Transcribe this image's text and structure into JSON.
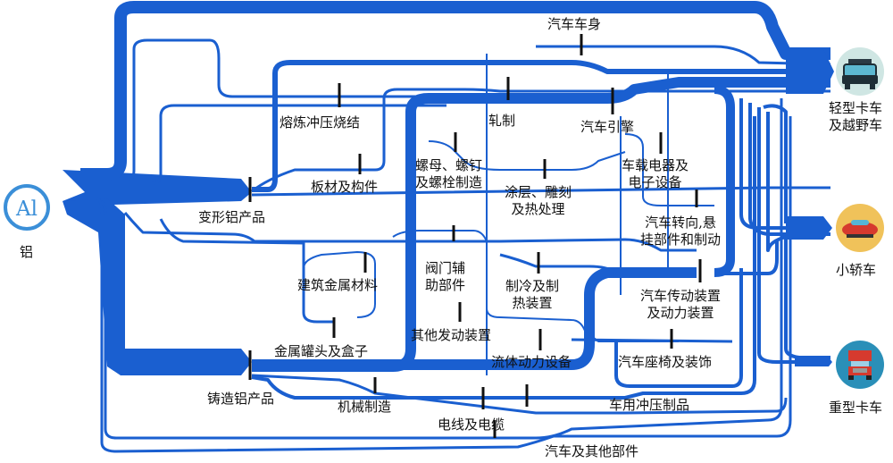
{
  "source": {
    "symbol": "Al",
    "label": "铝",
    "icon": "aluminum-element-icon"
  },
  "intermediate": [
    {
      "id": "wrought",
      "label": "变形铝产品"
    },
    {
      "id": "cast",
      "label": "铸造铝产品"
    }
  ],
  "processes": [
    {
      "id": "smelt",
      "label": "熔炼冲压烧结"
    },
    {
      "id": "sheet",
      "label": "板材及构件"
    },
    {
      "id": "nuts",
      "label": "螺母、螺钉\n及螺栓制造"
    },
    {
      "id": "rolling",
      "label": "轧制"
    },
    {
      "id": "body",
      "label": "汽车车身"
    },
    {
      "id": "engine",
      "label": "汽车引擎"
    },
    {
      "id": "coating",
      "label": "涂层、雕刻\n及热处理"
    },
    {
      "id": "electrical",
      "label": "车载电器及\n电子设备"
    },
    {
      "id": "steering",
      "label": "汽车转向,悬\n挂部件和制动"
    },
    {
      "id": "building",
      "label": "建筑金属材料"
    },
    {
      "id": "valves",
      "label": "阀门辅\n助部件"
    },
    {
      "id": "refrig",
      "label": "制冷及制\n热装置"
    },
    {
      "id": "transmission",
      "label": "汽车传动装置\n及动力装置"
    },
    {
      "id": "otherengines",
      "label": "其他发动装置"
    },
    {
      "id": "cans",
      "label": "金属罐头及盒子"
    },
    {
      "id": "fluidpower",
      "label": "流体动力设备"
    },
    {
      "id": "seats",
      "label": "汽车座椅及装饰"
    },
    {
      "id": "machinery",
      "label": "机械制造"
    },
    {
      "id": "stamping",
      "label": "车用冲压制品"
    },
    {
      "id": "wire",
      "label": "电线及电缆"
    },
    {
      "id": "otherparts",
      "label": "汽车及其他部件"
    }
  ],
  "destinations": [
    {
      "id": "light-truck",
      "label": "轻型卡车\n及越野车",
      "icon": "suv-icon",
      "color": "#cfe6e3"
    },
    {
      "id": "car",
      "label": "小轿车",
      "icon": "sports-car-icon",
      "color": "#f0c25a"
    },
    {
      "id": "heavy-truck",
      "label": "重型卡车",
      "icon": "semi-truck-icon",
      "color": "#2a8fb8"
    }
  ],
  "colors": {
    "flow": "#1a5fd0",
    "tick": "#111111",
    "text": "#111111"
  }
}
